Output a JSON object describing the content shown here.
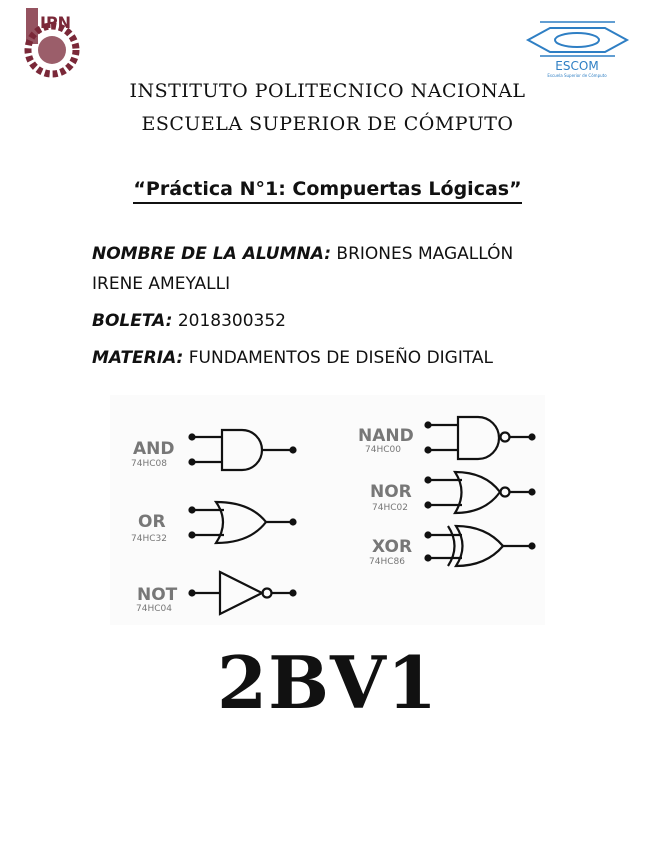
{
  "header": {
    "left_logo": "IPN",
    "right_logo": "ESCOM",
    "right_logo_subtitle": "Escuela Superior de Cómputo",
    "institution": "INSTITUTO POLITECNICO NACIONAL",
    "school": "ESCUELA SUPERIOR DE CÓMPUTO"
  },
  "title": "“Práctica N°1: Compuertas Lógicas”",
  "fields": [
    {
      "label": "NOMBRE DE LA ALUMNA:",
      "value": "BRIONES MAGALLÓN",
      "value_cont": "IRENE AMEYALLI"
    },
    {
      "label": "BOLETA:",
      "value": "2018300352"
    },
    {
      "label": "MATERIA:",
      "value": "FUNDAMENTOS DE DISEÑO DIGITAL"
    }
  ],
  "gates": [
    {
      "name": "AND",
      "chip": "74HC08"
    },
    {
      "name": "OR",
      "chip": "74HC32"
    },
    {
      "name": "NOT",
      "chip": "74HC04"
    },
    {
      "name": "NAND",
      "chip": "74HC00"
    },
    {
      "name": "NOR",
      "chip": "74HC02"
    },
    {
      "name": "XOR",
      "chip": "74HC86"
    }
  ],
  "group": "2BV1",
  "colors": {
    "ipn_maroon": "#7a2838",
    "escom_blue": "#2f7fc4",
    "gate_label_gray": "#777777"
  }
}
